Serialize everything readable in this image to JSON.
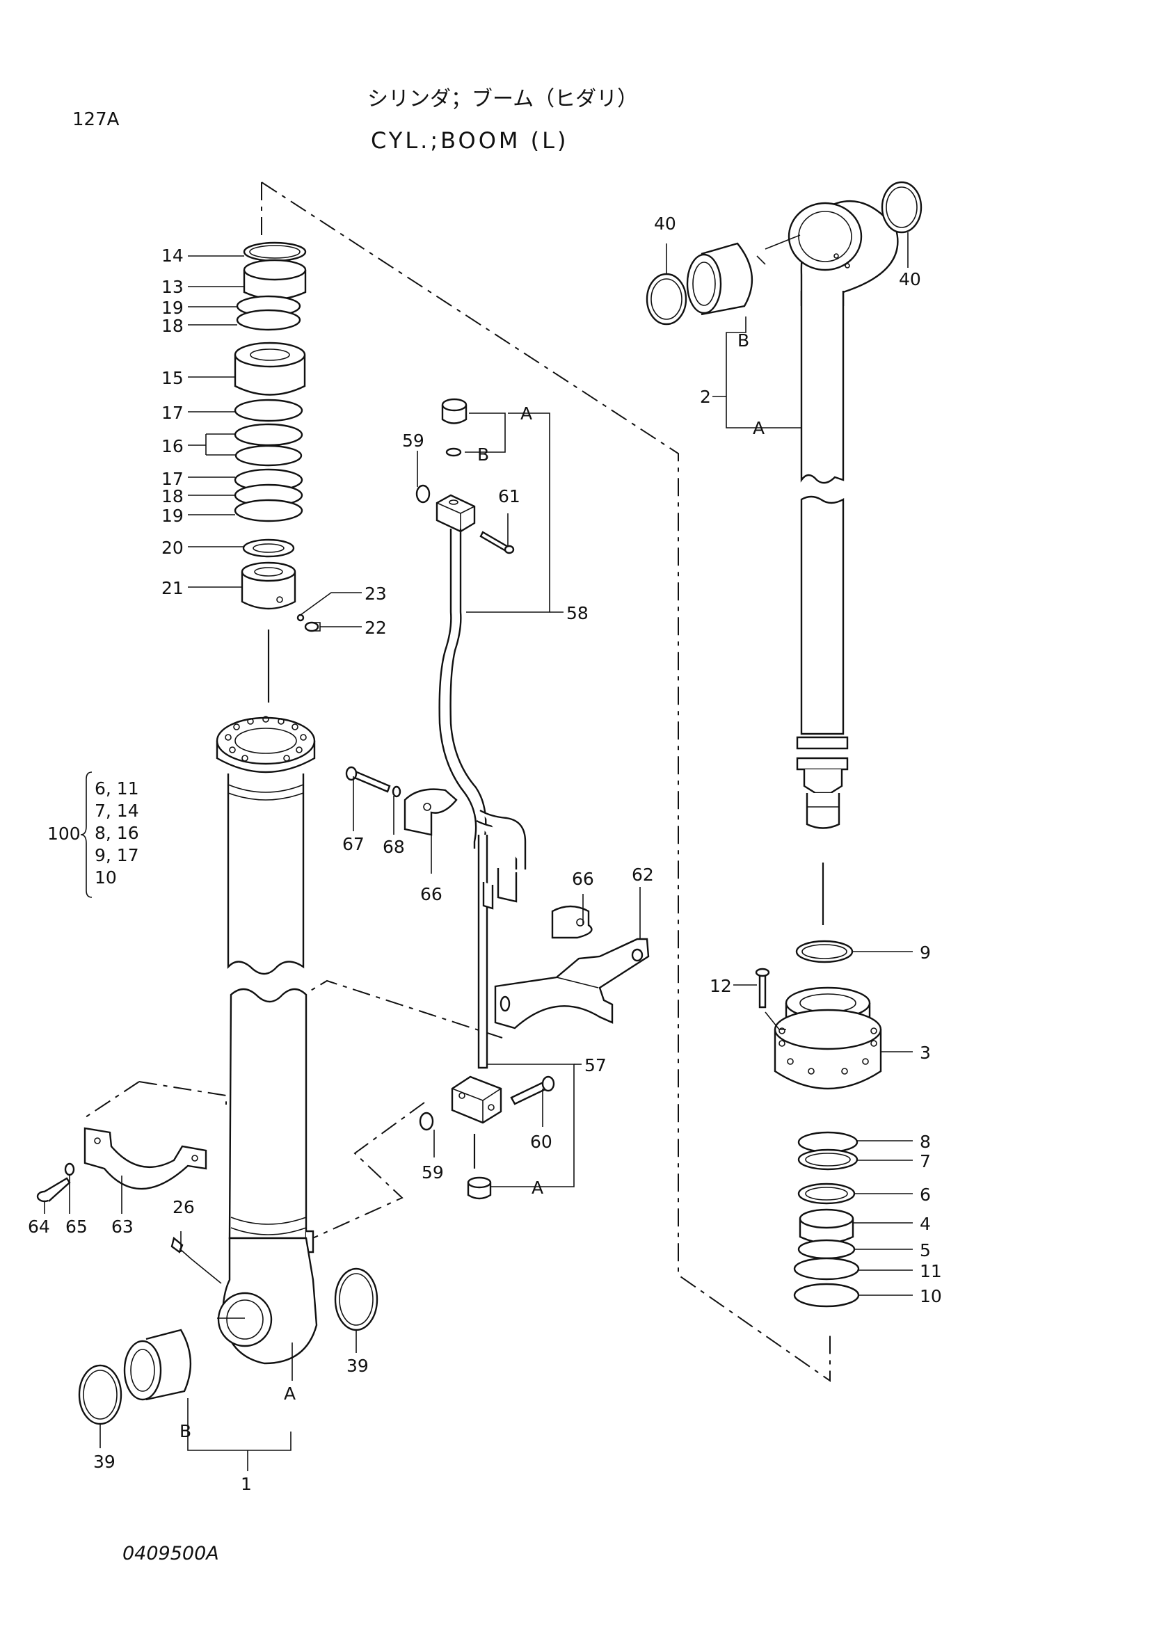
{
  "header": {
    "page_code": "127A",
    "title_jp": "シリンダ；ブーム（ヒダリ）",
    "title_en": "CYL.;BOOM (L)"
  },
  "footer": {
    "drawing_number": "0409500A"
  },
  "kit": {
    "number": "100",
    "lines": [
      "6, 11",
      "7, 14",
      "8, 16",
      "9, 17",
      "10"
    ]
  },
  "callouts": {
    "c14": "14",
    "c13": "13",
    "c19a": "19",
    "c18a": "18",
    "c15": "15",
    "c17a": "17",
    "c16": "16",
    "c17b": "17",
    "c18b": "18",
    "c19b": "19",
    "c20": "20",
    "c21": "21",
    "c23": "23",
    "c22": "22",
    "c59a": "59",
    "c61": "61",
    "c58": "58",
    "cA1": "A",
    "cB1": "B",
    "c40a": "40",
    "c40b": "40",
    "cB2": "B",
    "c2": "2",
    "cA2": "A",
    "c67": "67",
    "c68": "68",
    "c66a": "66",
    "c66b": "66",
    "c62": "62",
    "c9": "9",
    "c12": "12",
    "c3": "3",
    "c57": "57",
    "c60": "60",
    "c59b": "59",
    "cA3": "A",
    "c8": "8",
    "c7": "7",
    "c6": "6",
    "c4": "4",
    "c5": "5",
    "c11": "11",
    "c10": "10",
    "c26": "26",
    "c64": "64",
    "c65": "65",
    "c63": "63",
    "c39a": "39",
    "cA4": "A",
    "cB3": "B",
    "c39b": "39",
    "c1": "1"
  }
}
